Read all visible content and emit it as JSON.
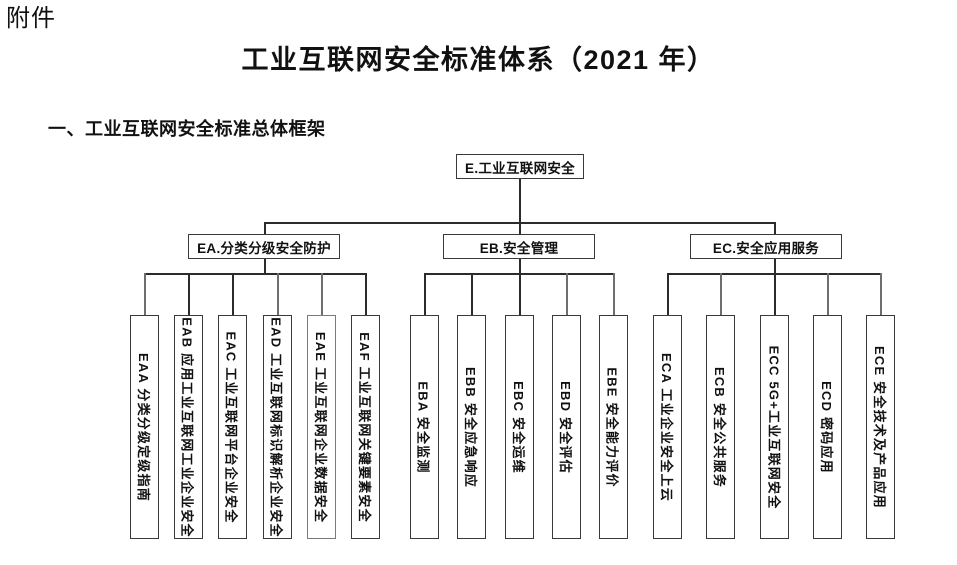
{
  "document": {
    "attachment_label": "附件",
    "title": "工业互联网安全标准体系（2021 年）",
    "section_heading": "一、工业互联网安全标准总体框架"
  },
  "diagram": {
    "root": {
      "label": "E.工业互联网安全"
    },
    "groups": [
      {
        "id": "EA",
        "label": "EA.分类分级安全防护",
        "children": [
          {
            "code": "EAA",
            "label": "EAA 分类分级定级指南"
          },
          {
            "code": "EAB",
            "label": "EAB 应用工业互联网工业企业安全"
          },
          {
            "code": "EAC",
            "label": "EAC 工业互联网平台企业安全"
          },
          {
            "code": "EAD",
            "label": "EAD 工业互联网标识解析企业安全"
          },
          {
            "code": "EAE",
            "label": "EAE 工业互联网企业数据安全"
          },
          {
            "code": "EAF",
            "label": "EAF 工业互联网关键要素安全"
          }
        ]
      },
      {
        "id": "EB",
        "label": "EB.安全管理",
        "children": [
          {
            "code": "EBA",
            "label": "EBA 安全监测"
          },
          {
            "code": "EBB",
            "label": "EBB 安全应急响应"
          },
          {
            "code": "EBC",
            "label": "EBC 安全运维"
          },
          {
            "code": "EBD",
            "label": "EBD 安全评估"
          },
          {
            "code": "EBE",
            "label": "EBE 安全能力评价"
          }
        ]
      },
      {
        "id": "EC",
        "label": "EC.安全应用服务",
        "children": [
          {
            "code": "ECA",
            "label": "ECA 工业企业安全上云"
          },
          {
            "code": "ECB",
            "label": "ECB 安全公共服务"
          },
          {
            "code": "ECC",
            "label": "ECC 5G+工业互联网安全"
          },
          {
            "code": "ECD",
            "label": "ECD 密码应用"
          },
          {
            "code": "ECE",
            "label": "ECE 安全技术及产品应用"
          }
        ]
      }
    ]
  },
  "colors": {
    "line": "#2b2b2b",
    "line_grey": "#6e6e6e",
    "box_border": "#3a3a3a",
    "background": "#ffffff",
    "text": "#111111"
  }
}
